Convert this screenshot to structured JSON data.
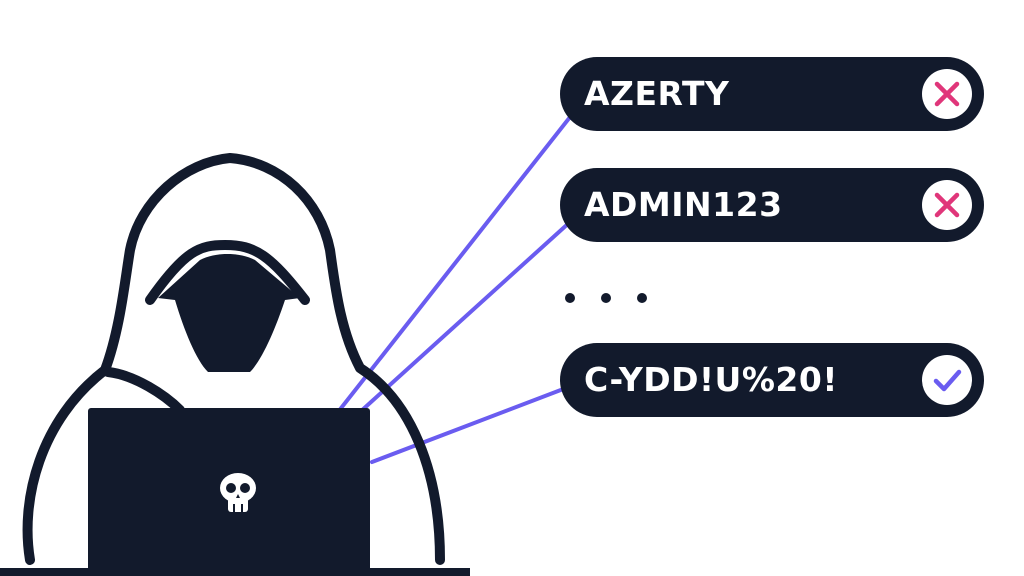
{
  "colors": {
    "ink": "#121a2c",
    "connector": "#6a5cf0",
    "reject": "#e0367a",
    "accept": "#6a5cf0",
    "background": "#ffffff"
  },
  "attempts": [
    {
      "text": "AZERTY",
      "status": "rejected",
      "status_icon": "x-mark-icon"
    },
    {
      "text": "ADMIN123",
      "status": "rejected",
      "status_icon": "x-mark-icon"
    },
    {
      "text": "C-YDD!U%20!",
      "status": "accepted",
      "status_icon": "checkmark-icon"
    }
  ],
  "illustration": {
    "figure": "hooded-hacker",
    "laptop_logo": "skull-icon"
  }
}
